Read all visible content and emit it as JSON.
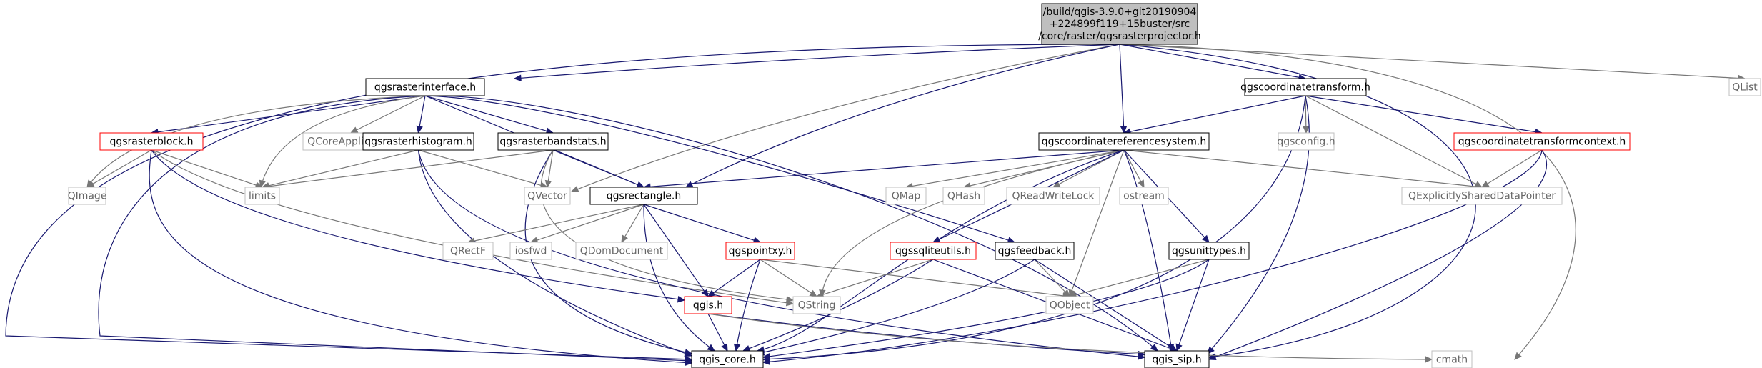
{
  "diagram": {
    "colors": {
      "edge": "#191970",
      "edge_light": "#777777",
      "root_fill": "#bfbfbf",
      "normal_border": "#000000",
      "error_border": "#ff0000",
      "external_border": "#bfbfbf",
      "external_text": "#666666"
    },
    "nodes": [
      {
        "id": "root",
        "lines": [
          "/build/qgis-3.9.0+git20190904",
          "+224899f119+15buster/src",
          "/core/raster/qgsrasterprojector.h"
        ],
        "kind": "root"
      },
      {
        "id": "rasterinterface",
        "lines": [
          "qgsrasterinterface.h"
        ],
        "kind": "normal"
      },
      {
        "id": "coordtransform",
        "lines": [
          "qgscoordinatetransform.h"
        ],
        "kind": "normal"
      },
      {
        "id": "qlist",
        "lines": [
          "QList"
        ],
        "kind": "external"
      },
      {
        "id": "rasterblock",
        "lines": [
          "qgsrasterblock.h"
        ],
        "kind": "error"
      },
      {
        "id": "qcoreapp",
        "lines": [
          "QCoreApplication"
        ],
        "kind": "external"
      },
      {
        "id": "rasterhist",
        "lines": [
          "qgsrasterhistogram.h"
        ],
        "kind": "normal"
      },
      {
        "id": "rasterband",
        "lines": [
          "qgsrasterbandstats.h"
        ],
        "kind": "normal"
      },
      {
        "id": "crs",
        "lines": [
          "qgscoordinatereferencesystem.h"
        ],
        "kind": "normal"
      },
      {
        "id": "qgsconfig",
        "lines": [
          "qgsconfig.h"
        ],
        "kind": "external"
      },
      {
        "id": "ctcontext",
        "lines": [
          "qgscoordinatetransformcontext.h"
        ],
        "kind": "error"
      },
      {
        "id": "qimage",
        "lines": [
          "QImage"
        ],
        "kind": "external"
      },
      {
        "id": "limits",
        "lines": [
          "limits"
        ],
        "kind": "external"
      },
      {
        "id": "qvector",
        "lines": [
          "QVector"
        ],
        "kind": "external"
      },
      {
        "id": "rect",
        "lines": [
          "qgsrectangle.h"
        ],
        "kind": "normal"
      },
      {
        "id": "qmap",
        "lines": [
          "QMap"
        ],
        "kind": "external"
      },
      {
        "id": "qhash",
        "lines": [
          "QHash"
        ],
        "kind": "external"
      },
      {
        "id": "qrwlock",
        "lines": [
          "QReadWriteLock"
        ],
        "kind": "external"
      },
      {
        "id": "ostream",
        "lines": [
          "ostream"
        ],
        "kind": "external"
      },
      {
        "id": "qshared",
        "lines": [
          "QExplicitlySharedDataPointer"
        ],
        "kind": "external"
      },
      {
        "id": "qrectf",
        "lines": [
          "QRectF"
        ],
        "kind": "external"
      },
      {
        "id": "iosfwd",
        "lines": [
          "iosfwd"
        ],
        "kind": "external"
      },
      {
        "id": "qdomdoc",
        "lines": [
          "QDomDocument"
        ],
        "kind": "external"
      },
      {
        "id": "pointxy",
        "lines": [
          "qgspointxy.h"
        ],
        "kind": "error"
      },
      {
        "id": "sqlite",
        "lines": [
          "qgssqliteutils.h"
        ],
        "kind": "error"
      },
      {
        "id": "feedback",
        "lines": [
          "qgsfeedback.h"
        ],
        "kind": "normal"
      },
      {
        "id": "unittypes",
        "lines": [
          "qgsunittypes.h"
        ],
        "kind": "normal"
      },
      {
        "id": "qstring",
        "lines": [
          "QString"
        ],
        "kind": "external"
      },
      {
        "id": "qobject",
        "lines": [
          "QObject"
        ],
        "kind": "external"
      },
      {
        "id": "qgish",
        "lines": [
          "qgis.h"
        ],
        "kind": "error"
      },
      {
        "id": "qgiscore",
        "lines": [
          "qgis_core.h"
        ],
        "kind": "normal"
      },
      {
        "id": "qgissip",
        "lines": [
          "qgis_sip.h"
        ],
        "kind": "normal"
      },
      {
        "id": "cmath",
        "lines": [
          "cmath"
        ],
        "kind": "external"
      }
    ],
    "edges": [
      [
        "root",
        "rasterinterface"
      ],
      [
        "root",
        "coordtransform"
      ],
      [
        "root",
        "qlist"
      ],
      [
        "root",
        "qvector"
      ],
      [
        "root",
        "rect"
      ],
      [
        "root",
        "crs"
      ],
      [
        "root",
        "qgiscore"
      ],
      [
        "root",
        "qgissip"
      ],
      [
        "root",
        "cmath"
      ],
      [
        "rasterinterface",
        "rasterblock"
      ],
      [
        "rasterinterface",
        "qcoreapp"
      ],
      [
        "rasterinterface",
        "rasterhist"
      ],
      [
        "rasterinterface",
        "rasterband"
      ],
      [
        "rasterinterface",
        "qimage"
      ],
      [
        "rasterinterface",
        "limits"
      ],
      [
        "rasterinterface",
        "rect"
      ],
      [
        "rasterinterface",
        "feedback"
      ],
      [
        "rasterinterface",
        "qgiscore"
      ],
      [
        "rasterinterface",
        "qgissip"
      ],
      [
        "coordtransform",
        "crs"
      ],
      [
        "coordtransform",
        "qgsconfig"
      ],
      [
        "coordtransform",
        "ctcontext"
      ],
      [
        "coordtransform",
        "qshared"
      ],
      [
        "coordtransform",
        "qgiscore"
      ],
      [
        "coordtransform",
        "qgissip"
      ],
      [
        "rasterblock",
        "qimage"
      ],
      [
        "rasterblock",
        "limits"
      ],
      [
        "rasterblock",
        "qstring"
      ],
      [
        "rasterblock",
        "qgiscore"
      ],
      [
        "rasterblock",
        "qgish"
      ],
      [
        "rasterhist",
        "limits"
      ],
      [
        "rasterhist",
        "qvector"
      ],
      [
        "rasterhist",
        "qgiscore"
      ],
      [
        "rasterhist",
        "qgissip"
      ],
      [
        "rasterband",
        "limits"
      ],
      [
        "rasterband",
        "qvector"
      ],
      [
        "rasterband",
        "rect"
      ],
      [
        "rasterband",
        "qgiscore"
      ],
      [
        "rasterband",
        "qstring"
      ],
      [
        "crs",
        "rect"
      ],
      [
        "crs",
        "qmap"
      ],
      [
        "crs",
        "qhash"
      ],
      [
        "crs",
        "qrwlock"
      ],
      [
        "crs",
        "ostream"
      ],
      [
        "crs",
        "qshared"
      ],
      [
        "crs",
        "sqlite"
      ],
      [
        "crs",
        "unittypes"
      ],
      [
        "crs",
        "qstring"
      ],
      [
        "crs",
        "qobject"
      ],
      [
        "crs",
        "qgiscore"
      ],
      [
        "crs",
        "qgissip"
      ],
      [
        "ctcontext",
        "qshared"
      ],
      [
        "ctcontext",
        "qgiscore"
      ],
      [
        "ctcontext",
        "qgissip"
      ],
      [
        "rect",
        "qrectf"
      ],
      [
        "rect",
        "iosfwd"
      ],
      [
        "rect",
        "qdomdoc"
      ],
      [
        "rect",
        "pointxy"
      ],
      [
        "rect",
        "qgish"
      ],
      [
        "rect",
        "qgiscore"
      ],
      [
        "pointxy",
        "qstring"
      ],
      [
        "pointxy",
        "qobject"
      ],
      [
        "pointxy",
        "qgish"
      ],
      [
        "pointxy",
        "qgiscore"
      ],
      [
        "sqlite",
        "qstring"
      ],
      [
        "sqlite",
        "qgiscore"
      ],
      [
        "sqlite",
        "qgissip"
      ],
      [
        "feedback",
        "qobject"
      ],
      [
        "feedback",
        "qgiscore"
      ],
      [
        "feedback",
        "qgissip"
      ],
      [
        "unittypes",
        "qobject"
      ],
      [
        "unittypes",
        "qgiscore"
      ],
      [
        "unittypes",
        "qgissip"
      ],
      [
        "qgish",
        "qgiscore"
      ],
      [
        "qgish",
        "qgissip"
      ],
      [
        "qgish",
        "cmath"
      ]
    ]
  }
}
